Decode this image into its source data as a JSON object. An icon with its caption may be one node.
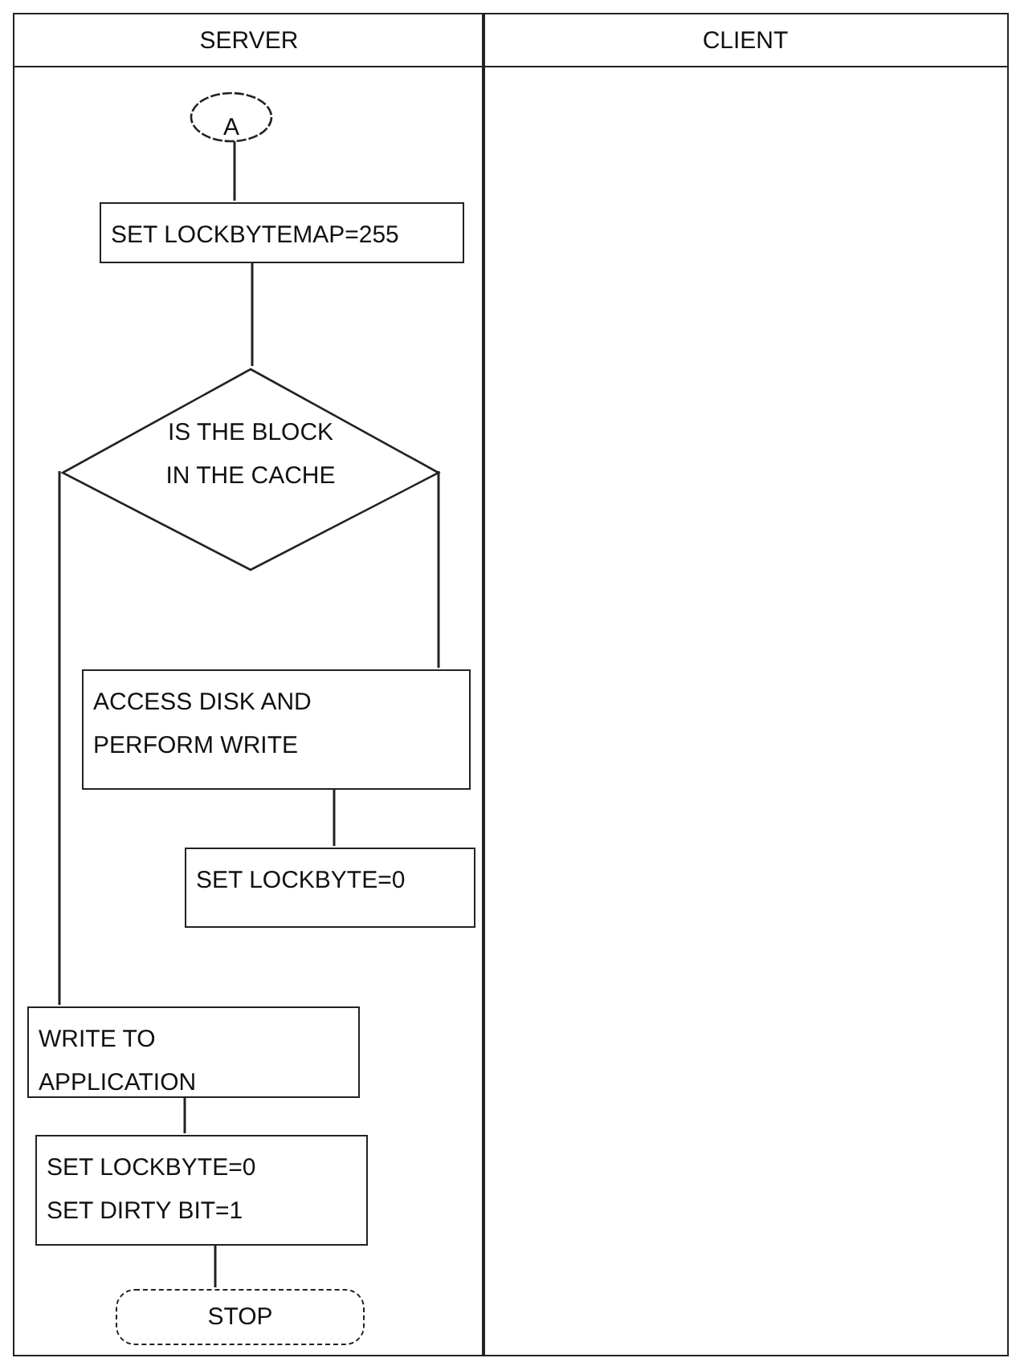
{
  "diagram": {
    "nodes": [
      {
        "text": [
          "SERVER"
        ]
      },
      {
        "text": [
          "CLIENT"
        ]
      },
      {
        "text": [
          "A"
        ],
        "in": 0
      },
      {
        "text": [
          "SET LOCKBYTEMAP=255"
        ],
        "in": 0
      },
      {
        "text": [
          "IS THE BLOCK IN THE CACHE"
        ],
        "in": 0
      },
      {
        "text": [
          "ACCESS DISK AND PERFORM WRITE"
        ],
        "in": 0
      },
      {
        "text": [
          "SET LOCKBYTE=0"
        ],
        "in": 0
      },
      {
        "text": [
          "WRITE TO APPLICATION"
        ],
        "in": 0
      },
      {
        "text": [
          "SET LOCKBYTE=0",
          "SET DIRTY BIT=1"
        ],
        "in": 0
      },
      {
        "text": [
          "STOP"
        ],
        "in": 0
      }
    ],
    "edges": [
      {
        "from": 2,
        "to": 3,
        "arrow": "none"
      },
      {
        "from": 3,
        "to": 4,
        "arrow": "none"
      },
      {
        "from": 4,
        "to": 5,
        "arrow": "none"
      },
      {
        "from": 5,
        "to": 6,
        "arrow": "none"
      },
      {
        "from": 4,
        "to": 7,
        "arrow": "none"
      },
      {
        "from": 7,
        "to": 8,
        "arrow": "none"
      },
      {
        "from": 8,
        "to": 9,
        "arrow": "none"
      }
    ]
  }
}
